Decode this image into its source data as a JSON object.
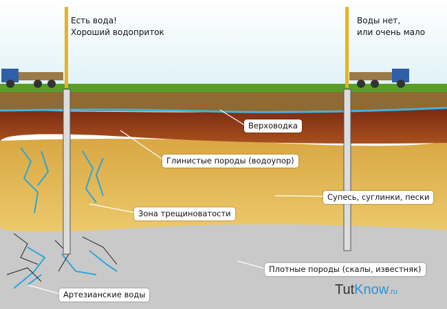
{
  "wells": {
    "left": {
      "line1": "Есть вода!",
      "line2": "Хороший водоприток"
    },
    "right": {
      "line1": "Воды нет,",
      "line2": "или очень мало"
    }
  },
  "labels": {
    "perched_water": "Верховодка",
    "clay": "Глинистые породы (водоупор)",
    "sandy_loam": "Супесь, суглинки, пески",
    "fracture_zone": "Зона трещиноватости",
    "artesian": "Артезианские воды",
    "dense_rock": "Плотные породы (скалы, известняк)"
  },
  "watermark": {
    "part1": "Tut",
    "part2": "Know",
    "suffix": ".ru"
  },
  "colors": {
    "sky": "#e8f6fb",
    "grass": "#5a9e2a",
    "topsoil": "#8a5a2a",
    "clay": "#8c2f14",
    "sand": "#e2b650",
    "rock": "#c8c8c8",
    "water": "#2aa6d8",
    "truck": "#2f5fa8",
    "rig": "#e6b321"
  }
}
